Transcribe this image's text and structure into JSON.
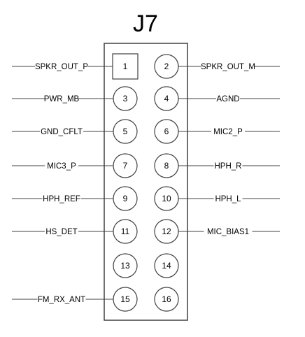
{
  "connector": {
    "title": "J7",
    "pins": [
      {
        "number": "1",
        "side": "left",
        "net": "SPKR_OUT_P",
        "shape": "square"
      },
      {
        "number": "2",
        "side": "right",
        "net": "SPKR_OUT_M",
        "shape": "circle"
      },
      {
        "number": "3",
        "side": "left",
        "net": "PWR_MB",
        "shape": "circle"
      },
      {
        "number": "4",
        "side": "right",
        "net": "AGND",
        "shape": "circle"
      },
      {
        "number": "5",
        "side": "left",
        "net": "GND_CFLT",
        "shape": "circle"
      },
      {
        "number": "6",
        "side": "right",
        "net": "MIC2_P",
        "shape": "circle"
      },
      {
        "number": "7",
        "side": "left",
        "net": "MIC3_P",
        "shape": "circle"
      },
      {
        "number": "8",
        "side": "right",
        "net": "HPH_R",
        "shape": "circle"
      },
      {
        "number": "9",
        "side": "left",
        "net": "HPH_REF",
        "shape": "circle"
      },
      {
        "number": "10",
        "side": "right",
        "net": "HPH_L",
        "shape": "circle"
      },
      {
        "number": "11",
        "side": "left",
        "net": "HS_DET",
        "shape": "circle"
      },
      {
        "number": "12",
        "side": "right",
        "net": "MIC_BIAS1",
        "shape": "circle"
      },
      {
        "number": "13",
        "side": "left",
        "net": "",
        "shape": "circle"
      },
      {
        "number": "14",
        "side": "right",
        "net": "",
        "shape": "circle"
      },
      {
        "number": "15",
        "side": "left",
        "net": "FM_RX_ANT",
        "shape": "circle"
      },
      {
        "number": "16",
        "side": "right",
        "net": "",
        "shape": "circle"
      }
    ]
  },
  "colors": {
    "stroke": "#404040",
    "text": "#000000",
    "background": "#ffffff"
  }
}
